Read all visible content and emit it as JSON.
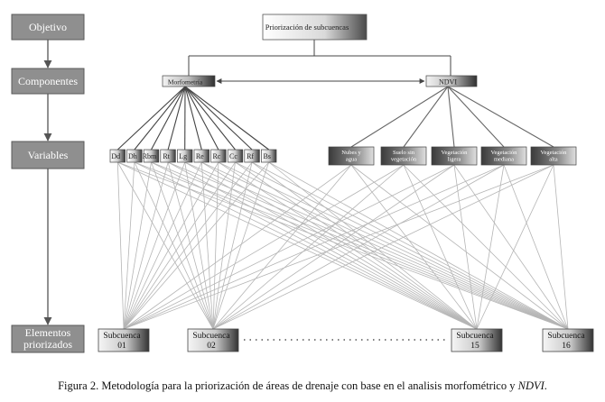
{
  "levels": {
    "objetivo": "Objetivo",
    "componentes": "Componentes",
    "variables": "Variables",
    "elementos_1": "Elementos",
    "elementos_2": "priorizados"
  },
  "objective": "Priorización de subcuencas",
  "components": [
    "Morfometría",
    "NDVI"
  ],
  "morph_vars": [
    "Dd",
    "Dh",
    "Rbm",
    "Rt",
    "Lg",
    "Re",
    "Rc",
    "Cc",
    "Rf",
    "Bs"
  ],
  "ndvi_vars": [
    [
      "Nubes y",
      "agua"
    ],
    [
      "Suelo sin",
      "vegetación"
    ],
    [
      "Vegetación",
      "ligera"
    ],
    [
      "Vegetación",
      "mediana"
    ],
    [
      "Vegetación",
      "alta"
    ]
  ],
  "elements": [
    {
      "line1": "Subcuenca",
      "line2": "01"
    },
    {
      "line1": "Subcuenca",
      "line2": "02"
    },
    {
      "line1": "Subcuenca",
      "line2": "15"
    },
    {
      "line1": "Subcuenca",
      "line2": "16"
    }
  ],
  "caption": {
    "text": "Figura 2. Metodología para la priorización de áreas de drenaje con base en el analisis morfométrico y",
    "italic": "NDVI",
    "end": "."
  },
  "colors": {
    "level_box": "#8f8f8f",
    "level_border": "#5a5a5a",
    "arrow": "#555555",
    "morph_line": "#444444",
    "ndvi_line": "#666666",
    "lower_line": "#b5b5b5"
  }
}
